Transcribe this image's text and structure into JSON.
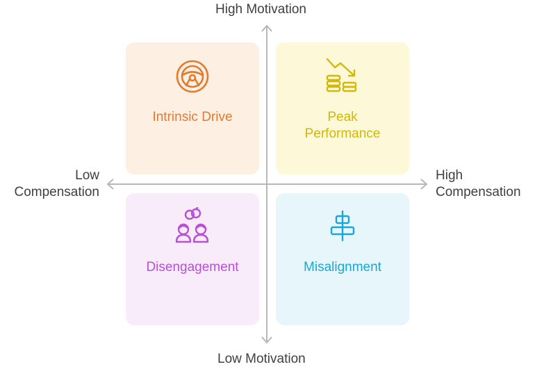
{
  "axes": {
    "top": "High Motivation",
    "bottom": "Low Motivation",
    "left_line1": "Low",
    "left_line2": "Compensation",
    "right_line1": "High",
    "right_line2": "Compensation"
  },
  "quadrants": {
    "top_left": {
      "title": "Intrinsic Drive",
      "icon": "steering-wheel-icon",
      "bg": "#fdf0e3",
      "color": "#e07b2f"
    },
    "top_right": {
      "title_line1": "Peak",
      "title_line2": "Performance",
      "icon": "coins-down-trend-icon",
      "bg": "#fdf8d8",
      "color": "#d1b80a"
    },
    "bottom_left": {
      "title": "Disengagement",
      "icon": "two-people-icon",
      "bg": "#f8ecfb",
      "color": "#b84fd6"
    },
    "bottom_right": {
      "title": "Misalignment",
      "icon": "align-center-icon",
      "bg": "#e6f6fb",
      "color": "#1aa6d6"
    }
  }
}
